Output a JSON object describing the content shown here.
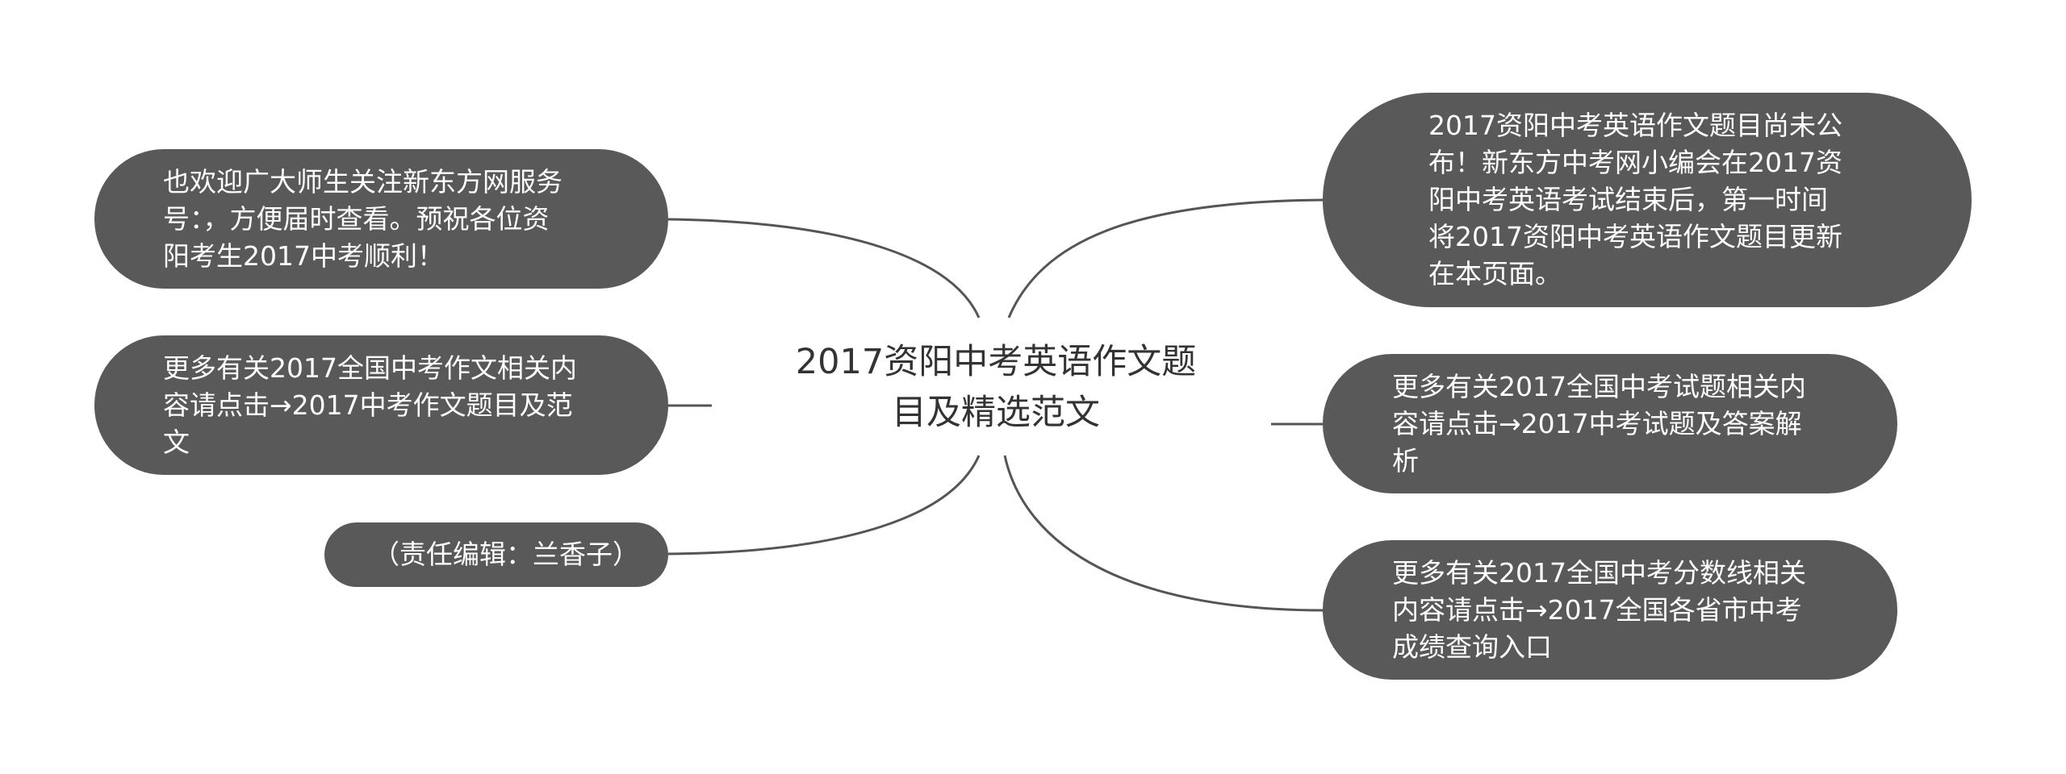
{
  "mindmap": {
    "root": {
      "lines": [
        "2017资阳中考英语作文题",
        "目及精选范文"
      ]
    },
    "left_nodes": [
      {
        "lines": [
          "也欢迎广大师生关注新东方网服务",
          "号：，方便届时查看。预祝各位资",
          "阳考生2017中考顺利！"
        ]
      },
      {
        "lines": [
          "更多有关2017全国中考作文相关内",
          "容请点击→2017中考作文题目及范",
          "文"
        ]
      },
      {
        "lines": [
          "（责任编辑：兰香子）"
        ]
      }
    ],
    "right_nodes": [
      {
        "lines": [
          "2017资阳中考英语作文题目尚未公",
          "布！新东方中考网小编会在2017资",
          "阳中考英语考试结束后，第一时间",
          "将2017资阳中考英语作文题目更新",
          "在本页面。"
        ]
      },
      {
        "lines": [
          "更多有关2017全国中考试题相关内",
          "容请点击→2017中考试题及答案解",
          "析"
        ]
      },
      {
        "lines": [
          "更多有关2017全国中考分数线相关",
          "内容请点击→2017全国各省市中考",
          "成绩查询入口"
        ]
      }
    ],
    "colors": {
      "node_fill": "#595959",
      "node_text": "#ffffff",
      "root_text": "#333333",
      "connector": "#555555",
      "background": "#ffffff"
    }
  }
}
